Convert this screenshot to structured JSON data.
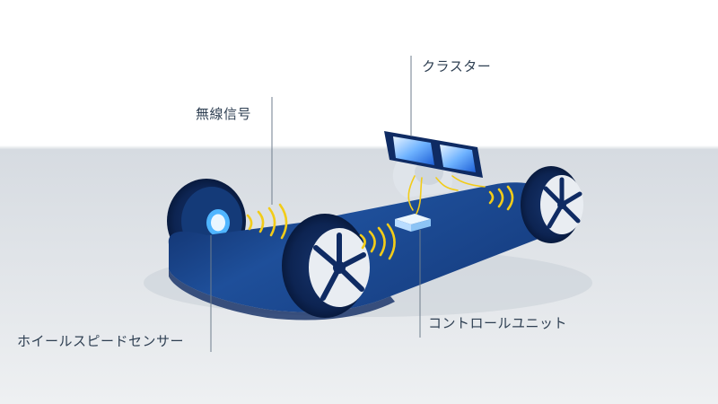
{
  "labels": {
    "cluster": "クラスター",
    "wireless_signal": "無線信号",
    "control_unit": "コントロールユニット",
    "wheel_speed_sensor": "ホイールスピードセンサー"
  },
  "colors": {
    "chassis": "#1e4f9a",
    "chassis_dark": "#0f2b63",
    "signal": "#f2cc19",
    "background_upper": "#ffffff",
    "background_lower": "#d3d8de",
    "text": "#2e3f52",
    "leader_line": "#6f7e8d"
  },
  "icons": [
    "wheel-icon",
    "sensor-ring-icon",
    "signal-wave-icon",
    "control-unit-icon",
    "cluster-display-icon"
  ]
}
